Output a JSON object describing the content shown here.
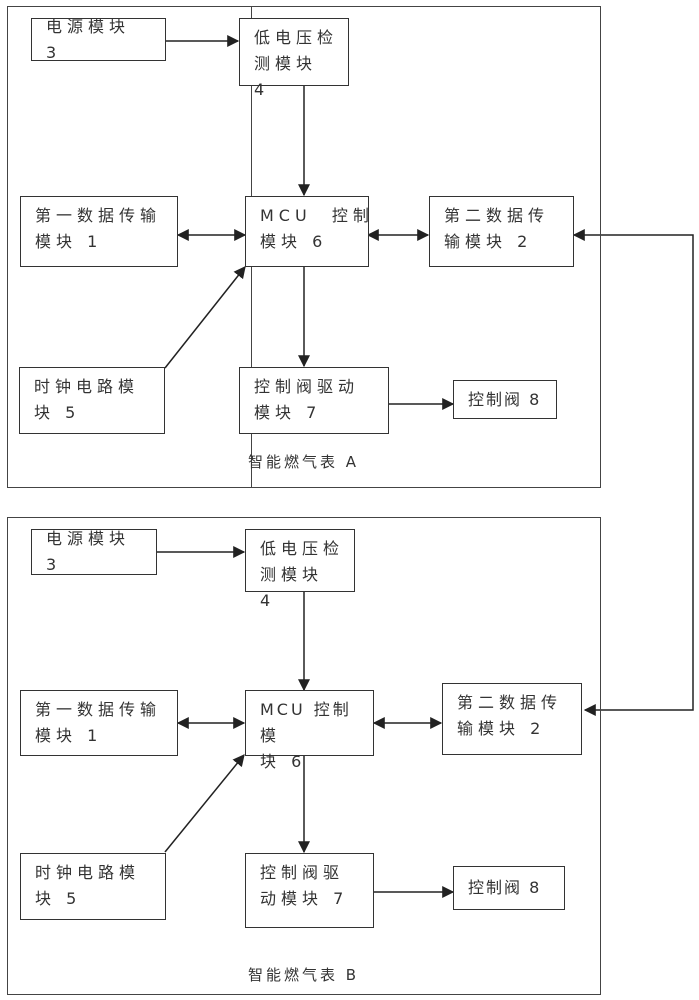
{
  "meters": [
    {
      "caption": "智能燃气表 A",
      "blocks": {
        "power": {
          "line1": "电源模块 3",
          "line2": ""
        },
        "low_voltage": {
          "line1": "低电压检",
          "line2": "测模块 4"
        },
        "data1": {
          "line1": "第一数据传输",
          "line2": "模块 1"
        },
        "mcu": {
          "line1": "MCU  控制",
          "line2": "模块 6"
        },
        "data2": {
          "line1": "第二数据传",
          "line2": "输模块 2"
        },
        "clock": {
          "line1": "时钟电路模",
          "line2": "块 5"
        },
        "valve_driver": {
          "line1": "控制阀驱动",
          "line2": "模块 7"
        },
        "valve": {
          "line1": "控制阀 8",
          "line2": ""
        }
      }
    },
    {
      "caption": "智能燃气表 B",
      "blocks": {
        "power": {
          "line1": "电源模块 3",
          "line2": ""
        },
        "low_voltage": {
          "line1": "低电压检",
          "line2": "测模块 4"
        },
        "data1": {
          "line1": "第一数据传输",
          "line2": "模块 1"
        },
        "mcu": {
          "line1": "MCU 控制模",
          "line2": "块 6"
        },
        "data2": {
          "line1": "第二数据传",
          "line2": "输模块 2"
        },
        "clock": {
          "line1": "时钟电路模",
          "line2": "块 5"
        },
        "valve_driver": {
          "line1": "控制阀驱",
          "line2": "动模块 7"
        },
        "valve": {
          "line1": "控制阀 8",
          "line2": ""
        }
      }
    }
  ],
  "connections": [
    {
      "from": "power",
      "to": "low_voltage",
      "direction": "one-way"
    },
    {
      "from": "low_voltage",
      "to": "mcu",
      "direction": "one-way"
    },
    {
      "from": "data1",
      "to": "mcu",
      "direction": "two-way"
    },
    {
      "from": "mcu",
      "to": "data2",
      "direction": "two-way"
    },
    {
      "from": "clock",
      "to": "mcu",
      "direction": "one-way"
    },
    {
      "from": "mcu",
      "to": "valve_driver",
      "direction": "one-way"
    },
    {
      "from": "valve_driver",
      "to": "valve",
      "direction": "one-way"
    },
    {
      "from": "meter A data2",
      "to": "meter B data2",
      "direction": "two-way",
      "note": "external link between meters"
    }
  ]
}
